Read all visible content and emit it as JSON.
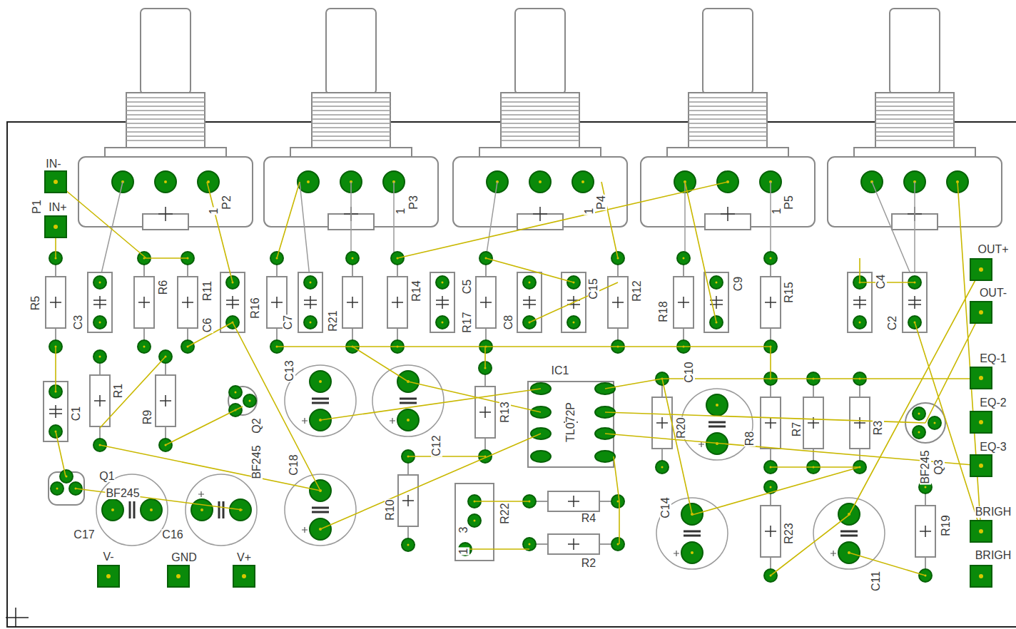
{
  "diagram": {
    "labels": [
      "IN-",
      "P1",
      "IN+",
      "1",
      "P2",
      "1",
      "P3",
      "1",
      "P4",
      "1",
      "P5",
      "R5",
      "C3",
      "R6",
      "C6",
      "R11",
      "R16",
      "C7",
      "R21",
      "R14",
      "R17",
      "C5",
      "C8",
      "C15",
      "R12",
      "R18",
      "C9",
      "R15",
      "C4",
      "C2",
      "C13",
      "C10",
      "IC1",
      "TL072P",
      "C1",
      "R1",
      "R9",
      "BF245",
      "Q2",
      "R13",
      "C12",
      "R20",
      "R8",
      "R7",
      "R3",
      "Q3",
      "BF245",
      "Q1",
      "BF245",
      "C18",
      "R10",
      "R22",
      "3",
      "1",
      "R4",
      "R2",
      "C14",
      "R23",
      "C11",
      "R19",
      "C17",
      "C16",
      "V-",
      "GND",
      "V+",
      "OUT+",
      "OUT-",
      "EQ-1",
      "EQ-2",
      "EQ-3",
      "BRIGH",
      "BRIGH"
    ]
  }
}
